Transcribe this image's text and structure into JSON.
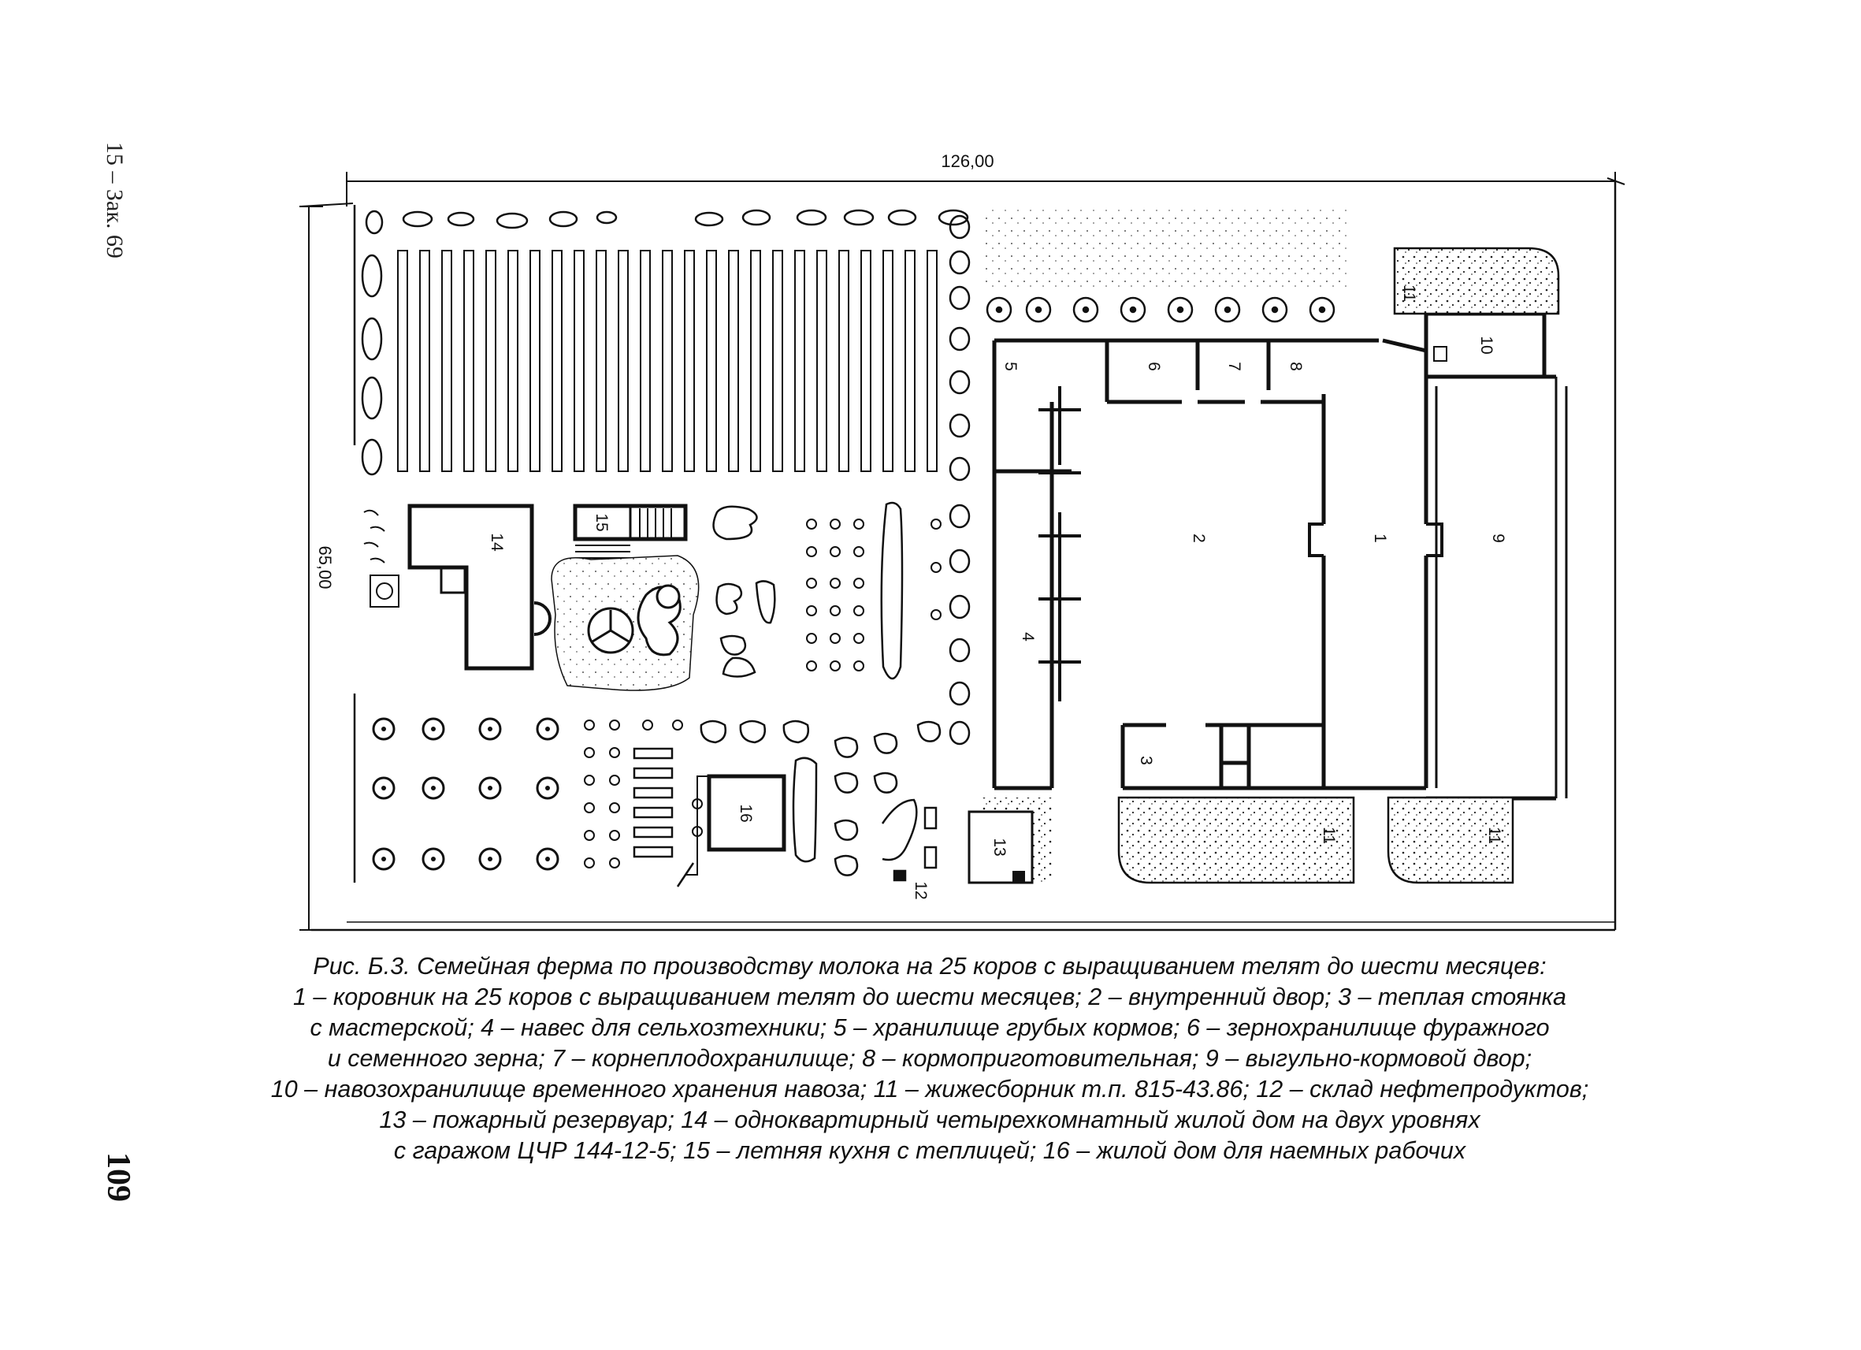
{
  "side_note": "15 – Зак. 69",
  "page_number": "109",
  "dimensions": {
    "width": "126,00",
    "height": "65,00"
  },
  "labels": [
    "1",
    "2",
    "3",
    "4",
    "5",
    "6",
    "7",
    "8",
    "9",
    "10",
    "11",
    "11",
    "11",
    "12",
    "13",
    "14",
    "15",
    "16"
  ],
  "caption": [
    "Рис. Б.3. Семейная ферма по производству молока на 25 коров с выращиванием телят до шести месяцев:",
    "1 – коровник на 25 коров с выращиванием телят до шести месяцев; 2 – внутренний двор; 3 – теплая стоянка",
    "с мастерской; 4 – навес для сельхозтехники; 5 – хранилище грубых кормов; 6 – зернохранилище фуражного",
    "и семенного зерна; 7 – корнеплодохранилище; 8 – кормоприготовительная; 9 – выгульно-кормовой двор;",
    "10 – навозохранилище временного хранения навоза; 11 – жижесборник т.п. 815-43.86; 12 – склад нефтепродуктов;",
    "13 – пожарный резервуар; 14 – одноквартирный четырехкомнатный жилой дом на двух уровнях",
    "с гаражом ЦЧР 144-12-5; 15 – летняя кухня с теплицей; 16 – жилой дом для наемных рабочих"
  ]
}
